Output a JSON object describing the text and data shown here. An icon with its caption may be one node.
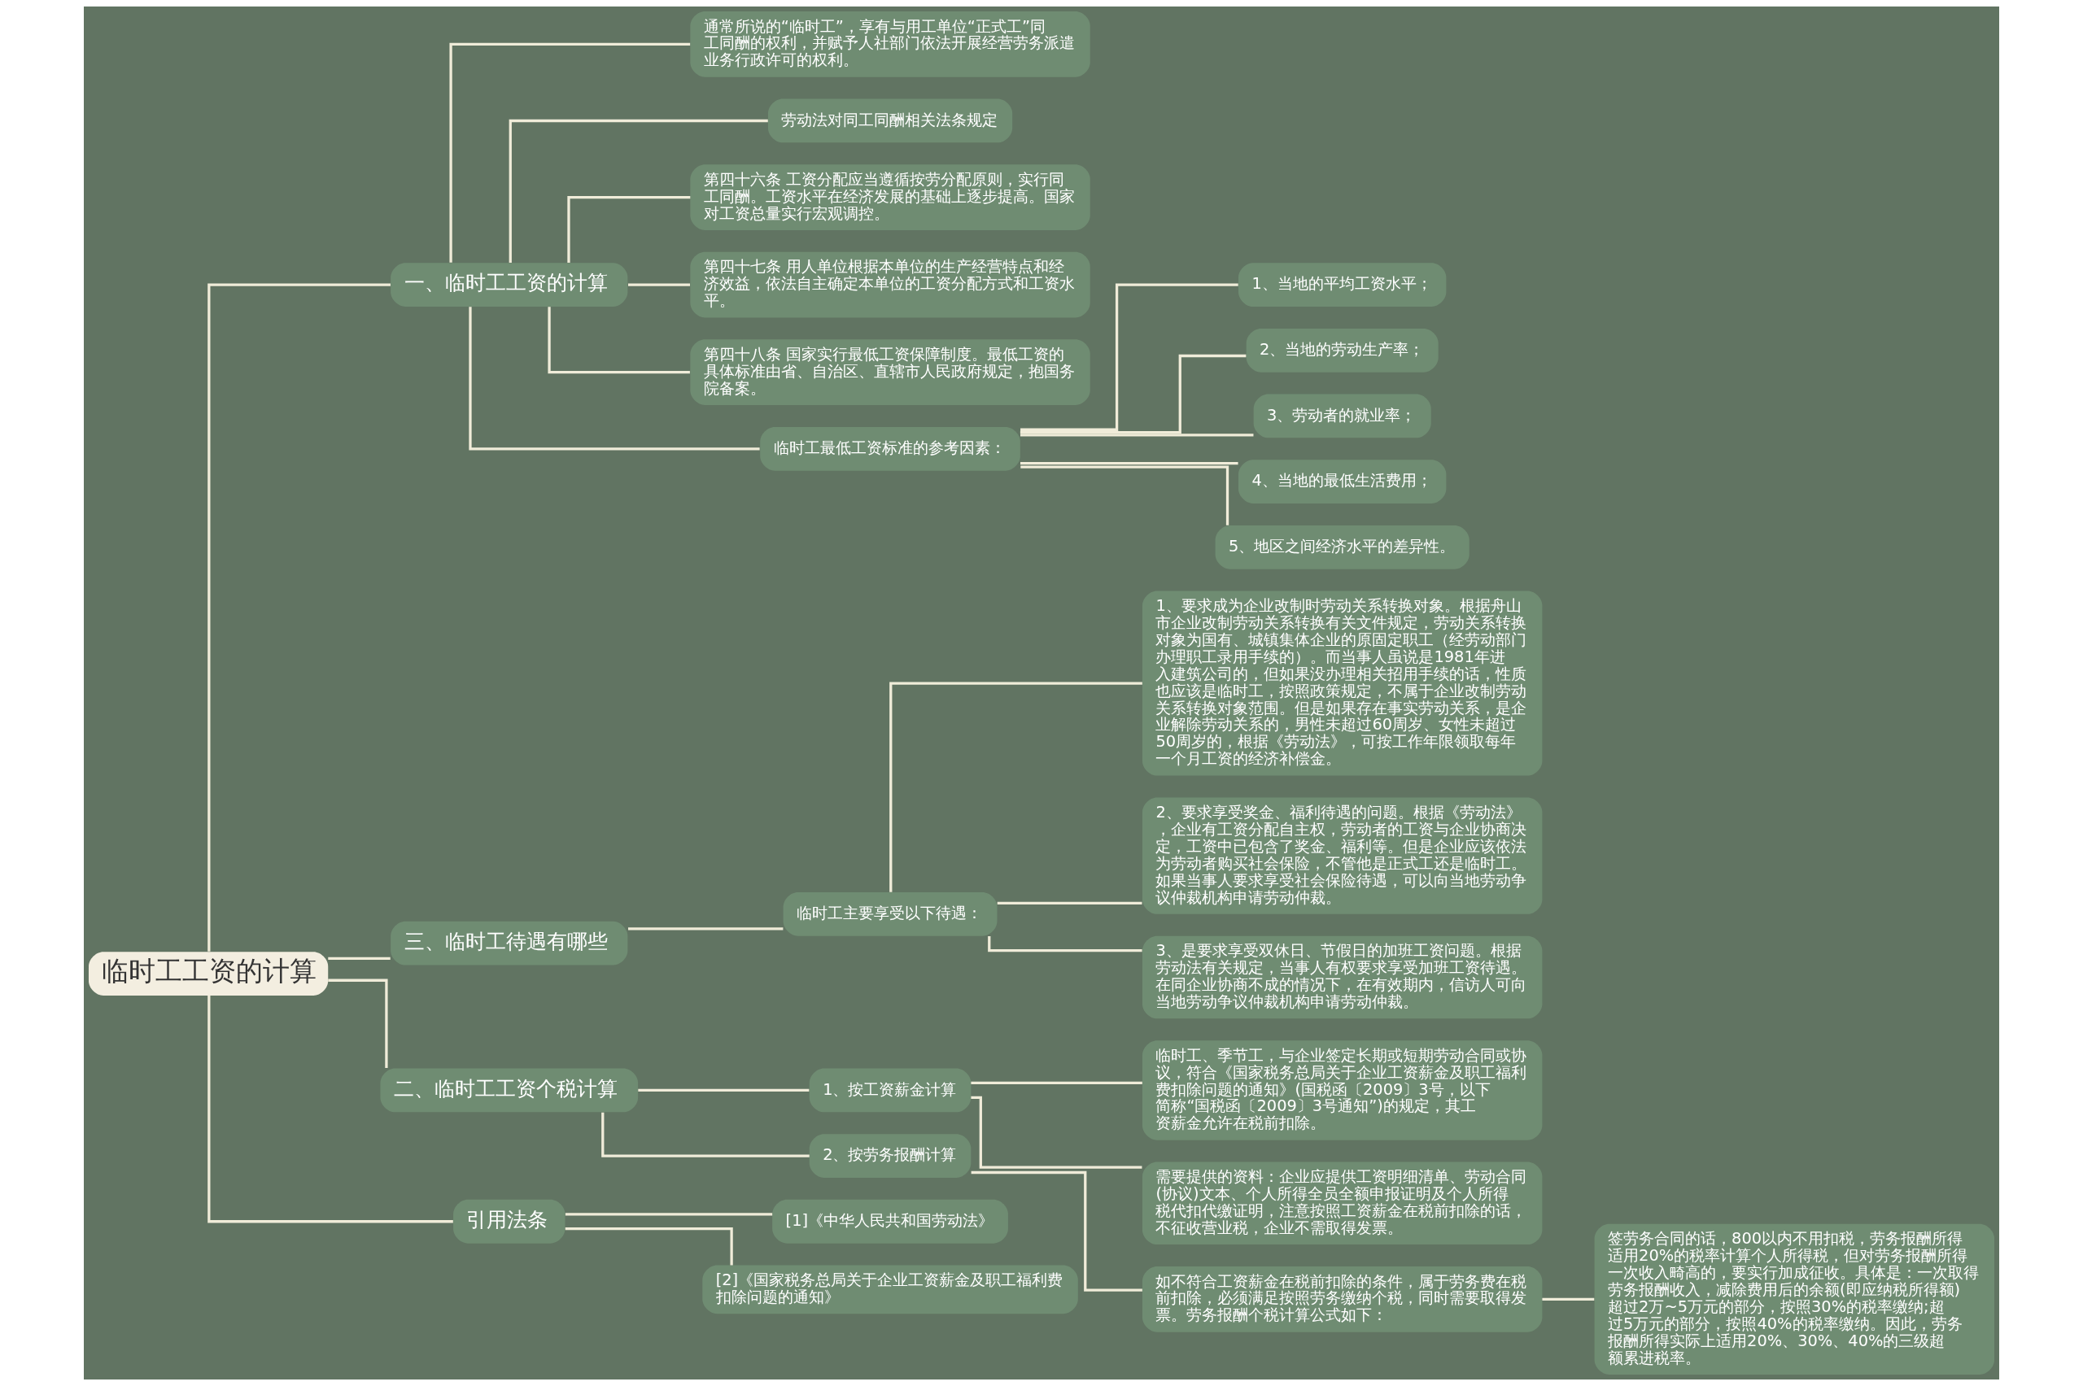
{
  "diagram": {
    "nodes": [
      {
        "text": [
          "临时工工资的计算"
        ]
      },
      {
        "text": [
          "一、临时工工资的计算"
        ]
      },
      {
        "text": [
          "通常所说的“临时工”，享有与用工单位“正式工”同工同酬的权利，并赋予人社部门依法开展经营劳务派遣业务行政许可的权利。"
        ]
      },
      {
        "text": [
          "劳动法对同工同酬相关法条规定"
        ]
      },
      {
        "text": [
          "第四十六条 工资分配应当遵循按劳分配原则，实行同工同酬。工资水平在经济发展的基础上逐步提高。国家对工资总量实行宏观调控。"
        ]
      },
      {
        "text": [
          "第四十七条 用人单位根据本单位的生产经营特点和经济效益，依法自主确定本单位的工资分配方式和工资水平。"
        ]
      },
      {
        "text": [
          "第四十八条 国家实行最低工资保障制度。最低工资的具体标准由省、自治区、直辖市人民政府规定，抱国务院备案。"
        ]
      },
      {
        "text": [
          "临时工最低工资标准的参考因素："
        ]
      },
      {
        "text": [
          "1、当地的平均工资水平；"
        ]
      },
      {
        "text": [
          "2、当地的劳动生产率；"
        ]
      },
      {
        "text": [
          "3、劳动者的就业率；"
        ]
      },
      {
        "text": [
          "4、当地的最低生活费用；"
        ]
      },
      {
        "text": [
          "5、地区之间经济水平的差异性。"
        ]
      },
      {
        "text": [
          "三、临时工待遇有哪些"
        ]
      },
      {
        "text": [
          "临时工主要享受以下待遇："
        ]
      },
      {
        "text": [
          "1、要求成为企业改制时劳动关系转换对象。根据舟山市企业改制劳动关系转换有关文件规定，劳动关系转换对象为国有、城镇集体企业的原固定职工（经劳动部门办理职工录用手续的）。而当事人虽说是1981年进入建筑公司的，但如果没办理相关招用手续的话，性质也应该是临时工，按照政策规定，不属于企业改制劳动关系转换对象范围。但是如果存在事实劳动关系，是企业解除劳动关系的，男性未超过60周岁、女性未超过50周岁的，根据《劳动法》，可按工作年限领取每年一个月工资的经济补偿金。"
        ]
      },
      {
        "text": [
          "2、要求享受奖金、福利待遇的问题。根据《劳动法》，企业有工资分配自主权，劳动者的工资与企业协商决定，工资中已包含了奖金、福利等。但是企业应该依法为劳动者购买社会保险，不管他是正式工还是临时工。如果当事人要求享受社会保险待遇，可以向当地劳动争议仲裁机构申请劳动仲裁。"
        ]
      },
      {
        "text": [
          "3、是要求享受双休日、节假日的加班工资问题。根据劳动法有关规定，当事人有权要求享受加班工资待遇。在同企业协商不成的情况下，在有效期内，信访人可向当地劳动争议仲裁机构申请劳动仲裁。"
        ]
      },
      {
        "text": [
          "二、临时工工资个税计算"
        ]
      },
      {
        "text": [
          "1、按工资薪金计算"
        ]
      },
      {
        "text": [
          "临时工、季节工，与企业签定长期或短期劳动合同或协议，符合《国家税务总局关于企业工资薪金及职工福利费扣除问题的通知》(国税函〔2009〕3号，以下简称“国税函〔2009〕3号通知”)的规定，其工资薪金允许在税前扣除。"
        ]
      },
      {
        "text": [
          "需要提供的资料：企业应提供工资明细清单、劳动合同(协议)文本、个人所得全员全额申报证明及个人所得税代扣代缴证明，注意按照工资薪金在税前扣除的话，不征收营业税，企业不需取得发票。"
        ]
      },
      {
        "text": [
          "2、按劳务报酬计算"
        ]
      },
      {
        "text": [
          "如不符合工资薪金在税前扣除的条件，属于劳务费在税前扣除，必须满足按照劳务缴纳个税，同时需要取得发票。劳务报酬个税计算公式如下："
        ]
      },
      {
        "text": [
          "签劳务合同的话，800以内不用扣税，劳务报酬所得适用20%的税率计算个人所得税，但对劳务报酬所得一次收入畸高的，要实行加成征收。具体是：一次取得劳务报酬收入，减除费用后的余额(即应纳税所得额)超过2万~5万元的部分，按照30%的税率缴纳;超过5万元的部分，按照40%的税率缴纳。因此，劳务报酬所得实际上适用20%、30%、40%的三级超额累进税率。"
        ]
      },
      {
        "text": [
          "引用法条"
        ]
      },
      {
        "text": [
          "[1]《中华人民共和国劳动法》"
        ]
      },
      {
        "text": [
          "[2]《国家税务总局关于企业工资薪金及职工福利费扣除问题的通知》"
        ]
      }
    ],
    "edges": [
      {
        "from": 0,
        "to": 1,
        "arrow": "none"
      },
      {
        "from": 1,
        "to": 2,
        "arrow": "none"
      },
      {
        "from": 1,
        "to": 3,
        "arrow": "none"
      },
      {
        "from": 1,
        "to": 4,
        "arrow": "none"
      },
      {
        "from": 1,
        "to": 5,
        "arrow": "none"
      },
      {
        "from": 1,
        "to": 6,
        "arrow": "none"
      },
      {
        "from": 1,
        "to": 7,
        "arrow": "none"
      },
      {
        "from": 7,
        "to": 8,
        "arrow": "none"
      },
      {
        "from": 7,
        "to": 9,
        "arrow": "none"
      },
      {
        "from": 7,
        "to": 10,
        "arrow": "none"
      },
      {
        "from": 7,
        "to": 11,
        "arrow": "none"
      },
      {
        "from": 7,
        "to": 12,
        "arrow": "none"
      },
      {
        "from": 0,
        "to": 13,
        "arrow": "none"
      },
      {
        "from": 13,
        "to": 14,
        "arrow": "none"
      },
      {
        "from": 14,
        "to": 15,
        "arrow": "none"
      },
      {
        "from": 14,
        "to": 16,
        "arrow": "none"
      },
      {
        "from": 14,
        "to": 17,
        "arrow": "none"
      },
      {
        "from": 0,
        "to": 18,
        "arrow": "none"
      },
      {
        "from": 18,
        "to": 19,
        "arrow": "none"
      },
      {
        "from": 19,
        "to": 20,
        "arrow": "none"
      },
      {
        "from": 19,
        "to": 21,
        "arrow": "none"
      },
      {
        "from": 18,
        "to": 22,
        "arrow": "none"
      },
      {
        "from": 22,
        "to": 23,
        "arrow": "none"
      },
      {
        "from": 23,
        "to": 24,
        "arrow": "none"
      },
      {
        "from": 0,
        "to": 25,
        "arrow": "none"
      },
      {
        "from": 25,
        "to": 26,
        "arrow": "none"
      },
      {
        "from": 25,
        "to": 27,
        "arrow": "none"
      }
    ]
  }
}
